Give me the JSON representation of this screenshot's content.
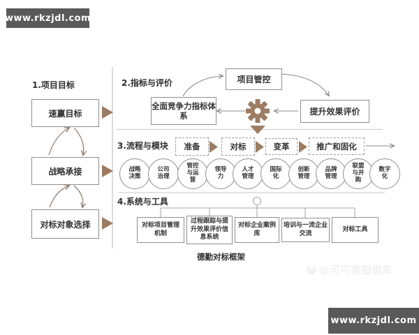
{
  "banner": {
    "url_top": "www.rkzjdl.com",
    "url_bottom": "www.rkzjdl.com"
  },
  "s1": {
    "title": "1.项目目标",
    "box1": "速赢目标",
    "box2": "战略承接",
    "box3": "对标对象选择"
  },
  "s2": {
    "title": "2.指标与评价",
    "project_control": "项目管控",
    "indicator_system": "全面竞争力指标体系",
    "effect_evaluation": "提升效果评价"
  },
  "s3": {
    "title": "3.流程与模块",
    "stages": [
      "准备",
      "对标",
      "变革",
      "推广和固化"
    ],
    "modules": [
      "战略决策",
      "公司治理",
      "管控与运营",
      "领导力",
      "人才管理",
      "国际化",
      "创新管理",
      "品牌管理",
      "联盟与并购",
      "数字化"
    ]
  },
  "s4": {
    "title": "4.系统与工具",
    "tools": [
      "对标项目管理机制",
      "过程跟踪与提升效果评价信息系统",
      "对标企业案例库",
      "培训与一流企业交流",
      "对标工具"
    ]
  },
  "caption": "德勤对标框架",
  "watermark": "@可可南部说车",
  "colors": {
    "accent_brown": "#9c7c62",
    "banner_bg": "#595959",
    "border_gray": "#8f8f8f",
    "line_gray": "#c9c9c9",
    "text": "#333333"
  },
  "icons": {
    "gear": "gear-icon",
    "down_triangle": "triangle-down-icon",
    "flow_triangle": "triangle-right-icon",
    "paw": "baidu-paw-icon"
  }
}
